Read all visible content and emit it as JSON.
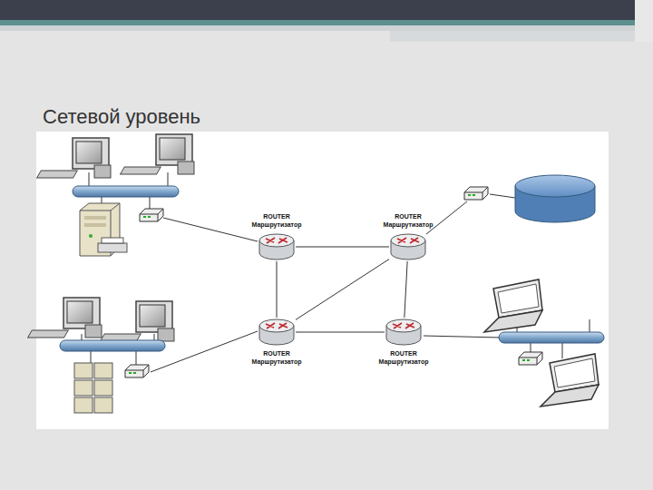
{
  "diagram": {
    "title": "Сетевой уровень",
    "nodes": [
      {
        "text": [
          "ROUTER",
          "Маршрутизатор"
        ]
      },
      {
        "text": [
          "ROUTER",
          "Маршрутизатор"
        ]
      },
      {
        "text": [
          "ROUTER",
          "Маршрутизатор"
        ]
      },
      {
        "text": [
          "ROUTER",
          "Маршрутизатор"
        ]
      }
    ],
    "edges": [
      {
        "from": 0,
        "to": 1,
        "arrow": "none"
      },
      {
        "from": 0,
        "to": 2,
        "arrow": "none"
      },
      {
        "from": 1,
        "to": 3,
        "arrow": "none"
      },
      {
        "from": 2,
        "to": 1,
        "arrow": "none"
      },
      {
        "from": 2,
        "to": 3,
        "arrow": "none"
      }
    ]
  }
}
